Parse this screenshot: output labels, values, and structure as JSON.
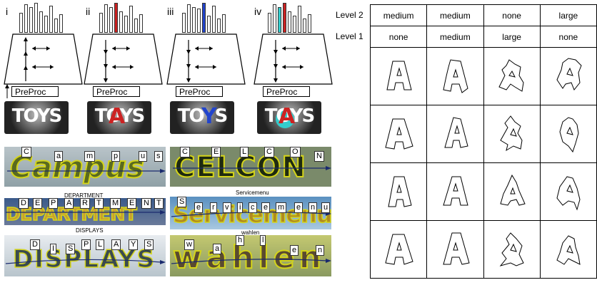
{
  "panels": [
    {
      "numeral": "i",
      "preproc": "PreProc",
      "logo_text": "TOYS",
      "highlight": "",
      "accent": "",
      "ring": ""
    },
    {
      "numeral": "ii",
      "preproc": "PreProc",
      "logo_text": "TOYS",
      "highlight": "A",
      "accent": "#cc2222",
      "ring": ""
    },
    {
      "numeral": "iii",
      "preproc": "PreProc",
      "logo_text": "TOYS",
      "highlight": "Y",
      "accent": "#2244cc",
      "ring": ""
    },
    {
      "numeral": "iv",
      "preproc": "PreProc",
      "logo_text": "TOYS",
      "highlight": "A",
      "accent": "#cc2222",
      "ring": "#33cccc"
    }
  ],
  "words": [
    {
      "text": "Campus",
      "caption": "",
      "letters": [
        "C",
        "a",
        "m",
        "p",
        "u",
        "s"
      ]
    },
    {
      "text": "CELCON",
      "caption": "",
      "letters": [
        "C",
        "E",
        "L",
        "C",
        "O",
        "N"
      ]
    },
    {
      "text": "DEPARTMENT",
      "caption": "DEPARTMENT",
      "letters": [
        "D",
        "E",
        "P",
        "A",
        "R",
        "T",
        "M",
        "E",
        "N",
        "T"
      ]
    },
    {
      "text": "Servicemenu",
      "caption": "Servicemenu",
      "letters": [
        "S",
        "e",
        "r",
        "v",
        "i",
        "c",
        "e",
        "m",
        "e",
        "n",
        "u"
      ]
    },
    {
      "text": "DISPLAYS",
      "caption": "DISPLAYS",
      "letters": [
        "D",
        "I",
        "S",
        "P",
        "L",
        "A",
        "Y",
        "S"
      ]
    },
    {
      "text": "wahlen",
      "caption": "wahlen",
      "letters": [
        "w",
        "a",
        "h",
        "l",
        "e",
        "n"
      ]
    }
  ],
  "table": {
    "level2_label": "Level 2",
    "level1_label": "Level 1",
    "level2": [
      "medium",
      "medium",
      "none",
      "large"
    ],
    "level1": [
      "none",
      "medium",
      "large",
      "none"
    ],
    "glyph": "A"
  },
  "colors": {
    "red": "#cc2222",
    "blue": "#2244cc",
    "cyan": "#33cccc",
    "word_outline": "#d4d41a",
    "path_line": "#1a2a6e"
  }
}
